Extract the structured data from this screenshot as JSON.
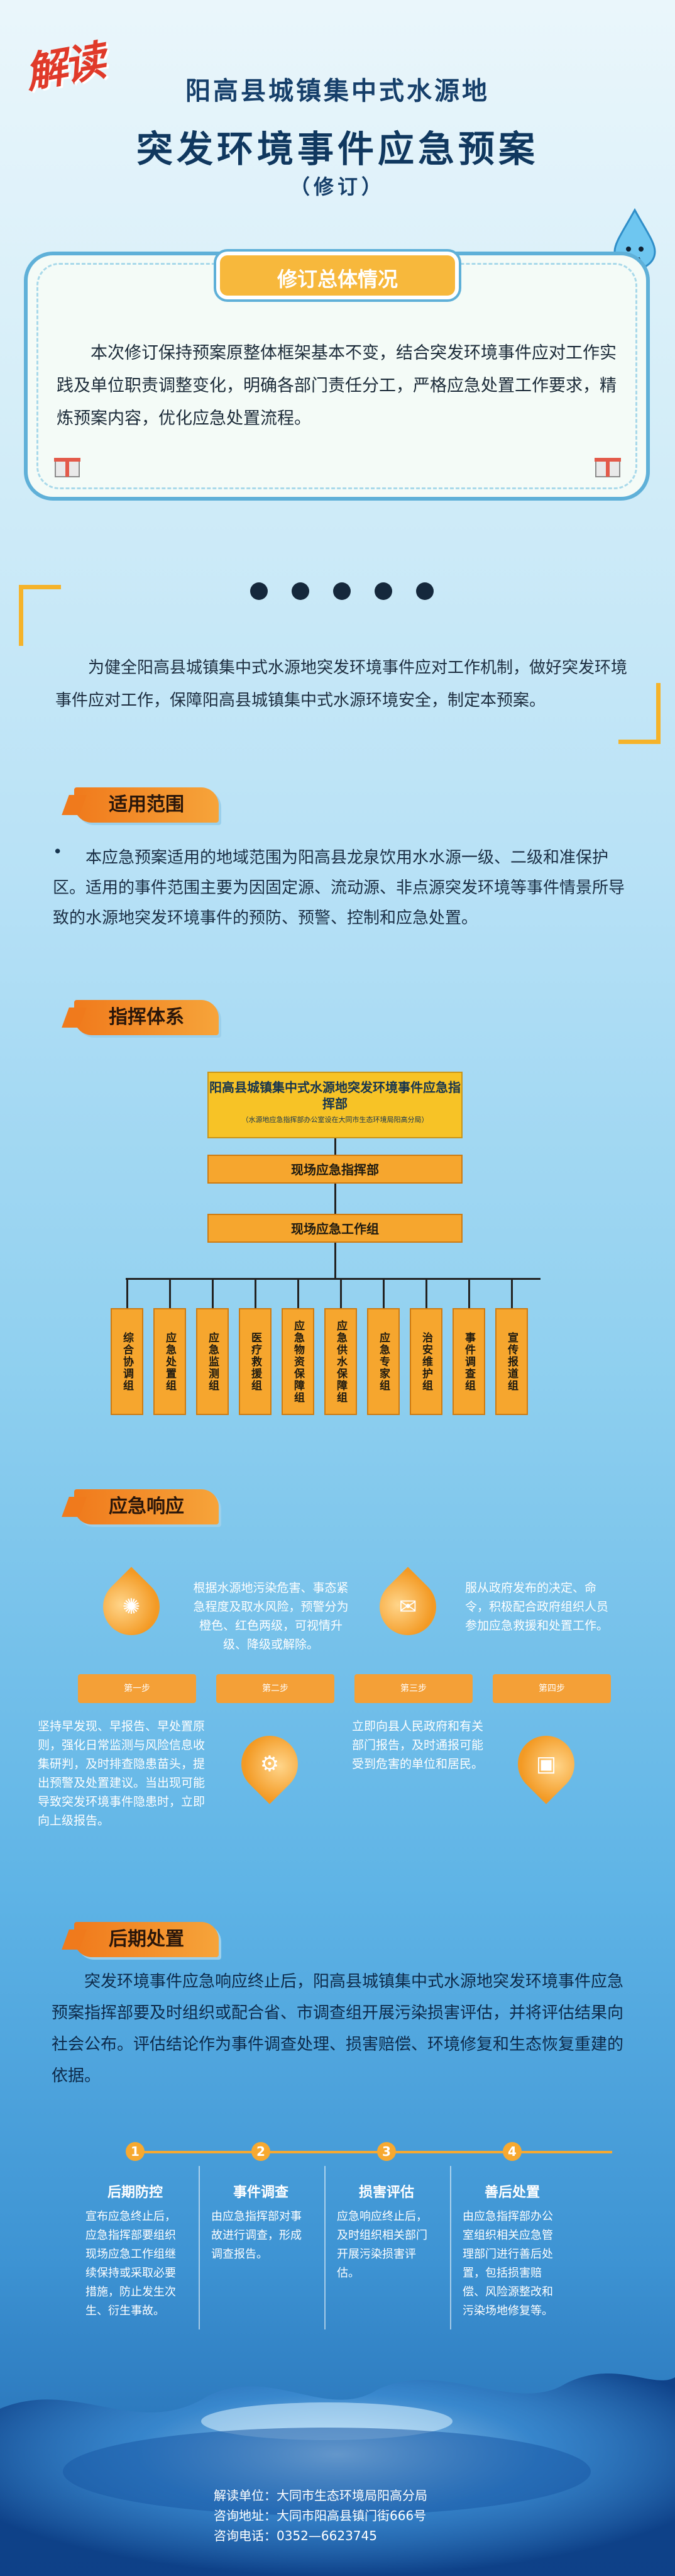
{
  "header": {
    "badge": "解读",
    "line1": "阳高县城镇集中式水源地",
    "line2": "突发环境事件应急预案",
    "line3": "（修订）"
  },
  "revision": {
    "heading": "修订总体情况",
    "text": "本次修订保持预案原整体框架基本不变，结合突发环境事件应对工作实践及单位职责调整变化，明确各部门责任分工，严格应急处置工作要求，精炼预案内容，优化应急处置流程。"
  },
  "intro": {
    "text": "为健全阳高县城镇集中式水源地突发环境事件应对工作机制，做好突发环境事件应对工作，保障阳高县城镇集中式水源环境安全，制定本预案。"
  },
  "scope": {
    "tag": "适用范围",
    "bullet": "•",
    "text": "本应急预案适用的地域范围为阳高县龙泉饮用水水源一级、二级和准保护区。适用的事件范围主要为因固定源、流动源、非点源突发环境等事件情景所导致的水源地突发环境事件的预防、预警、控制和应急处置。"
  },
  "command": {
    "tag": "指挥体系",
    "top_title": "阳高县城镇集中式水源地突发环境事件应急指挥部",
    "top_note": "（水源地应急指挥部办公室设在大同市生态环境局阳高分局）",
    "scene_hq": "现场应急指挥部",
    "work_group": "现场应急工作组",
    "groups": [
      "综合协调组",
      "应急处置组",
      "应急监测组",
      "医疗救援组",
      "应急物资保障组",
      "应急供水保障组",
      "应急专家组",
      "治安维护组",
      "事件调查组",
      "宣传报道组"
    ]
  },
  "response": {
    "tag": "应急响应",
    "steps": [
      {
        "label": "第一步",
        "icon": "bulb-icon",
        "text": "坚持早发现、早报告、早处置原则，强化日常监测与风险信息收集研判，及时排查隐患苗头，提出预警及处置建议。当出现可能导致突发环境事件隐患时，立即向上级报告。"
      },
      {
        "label": "第二步",
        "icon": "gear-icon",
        "text": "根据水源地污染危害、事态紧急程度及取水风险，预警分为橙色、红色两级，可视情升级、降级或解除。"
      },
      {
        "label": "第三步",
        "icon": "mail-icon",
        "text": "立即向县人民政府和有关部门报告，及时通报可能受到危害的单位和居民。"
      },
      {
        "label": "第四步",
        "icon": "briefcase-icon",
        "text": "服从政府发布的决定、命令，积极配合政府组织人员参加应急救援和处置工作。"
      }
    ]
  },
  "post": {
    "tag": "后期处置",
    "text": "突发环境事件应急响应终止后，阳高县城镇集中式水源地突发环境事件应急预案指挥部要及时组织或配合省、市调查组开展污染损害评估，并将评估结果向社会公布。评估结论作为事件调查处理、损害赔偿、环境修复和生态恢复重建的依据。",
    "steps": [
      {
        "num": "1",
        "title": "后期防控",
        "text": "宣布应急终止后，应急指挥部要组织现场应急工作组继续保持或采取必要措施，防止发生次生、衍生事故。"
      },
      {
        "num": "2",
        "title": "事件调查",
        "text": "由应急指挥部对事故进行调查，形成调查报告。"
      },
      {
        "num": "3",
        "title": "损害评估",
        "text": "应急响应终止后，及时组织相关部门开展污染损害评估。"
      },
      {
        "num": "4",
        "title": "善后处置",
        "text": "由应急指挥部办公室组织相关应急管理部门进行善后处置，包括损害赔偿、风险源整改和污染场地修复等。"
      }
    ]
  },
  "footer": {
    "unit_label": "解读单位：",
    "unit": "大同市生态环境局阳高分局",
    "addr_label": "咨询地址：",
    "addr": "大同市阳高县镇门街666号",
    "phone_label": "咨询电话：",
    "phone": "0352—6623745"
  },
  "colors": {
    "accent": "#f5a233",
    "title": "#163f6a",
    "card_border": "#5fb0d8"
  }
}
